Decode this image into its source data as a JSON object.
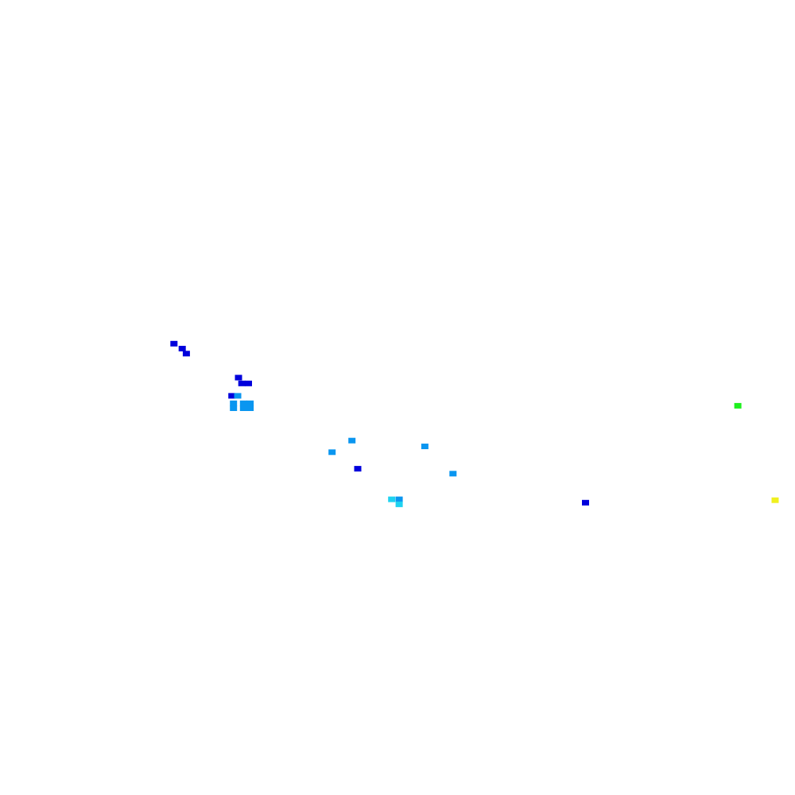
{
  "legend_colors": {
    "dark_blue": "#0000dc",
    "medium_blue": "#0a96f0",
    "cyan": "#1ed2f0",
    "green": "#1ef01e",
    "yellow": "#f0f01e"
  },
  "cells": [
    {
      "color": "dark_blue",
      "lon": -144.0,
      "lat": 31.5
    },
    {
      "color": "dark_blue",
      "lon": -143.0,
      "lat": 30.9
    },
    {
      "color": "dark_blue",
      "lon": -142.5,
      "lat": 30.3
    },
    {
      "color": "dark_blue",
      "lon": -136.2,
      "lat": 27.4
    },
    {
      "color": "dark_blue",
      "lon": -135.8,
      "lat": 26.7
    },
    {
      "color": "dark_blue",
      "lon": -135.0,
      "lat": 26.7
    },
    {
      "color": "dark_blue",
      "lon": -137.0,
      "lat": 25.2
    },
    {
      "color": "medium_blue",
      "lon": -136.3,
      "lat": 25.2
    },
    {
      "color": "medium_blue",
      "lon": -136.8,
      "lat": 24.3
    },
    {
      "color": "medium_blue",
      "lon": -135.6,
      "lat": 24.3
    },
    {
      "color": "medium_blue",
      "lon": -134.8,
      "lat": 24.3
    },
    {
      "color": "medium_blue",
      "lon": -136.8,
      "lat": 23.7
    },
    {
      "color": "medium_blue",
      "lon": -135.6,
      "lat": 23.7
    },
    {
      "color": "medium_blue",
      "lon": -134.8,
      "lat": 23.7
    },
    {
      "color": "medium_blue",
      "lon": -122.5,
      "lat": 19.8
    },
    {
      "color": "medium_blue",
      "lon": -124.9,
      "lat": 18.4
    },
    {
      "color": "medium_blue",
      "lon": -113.7,
      "lat": 19.1
    },
    {
      "color": "dark_blue",
      "lon": -121.8,
      "lat": 16.4
    },
    {
      "color": "medium_blue",
      "lon": -110.3,
      "lat": 15.8
    },
    {
      "color": "cyan",
      "lon": -117.7,
      "lat": 12.7
    },
    {
      "color": "medium_blue",
      "lon": -116.8,
      "lat": 12.7
    },
    {
      "color": "cyan",
      "lon": -116.8,
      "lat": 12.1
    },
    {
      "color": "dark_blue",
      "lon": -94.3,
      "lat": 12.3
    },
    {
      "color": "green",
      "lon": -75.9,
      "lat": 24.0
    },
    {
      "color": "yellow",
      "lon": -71.4,
      "lat": 12.6
    }
  ]
}
